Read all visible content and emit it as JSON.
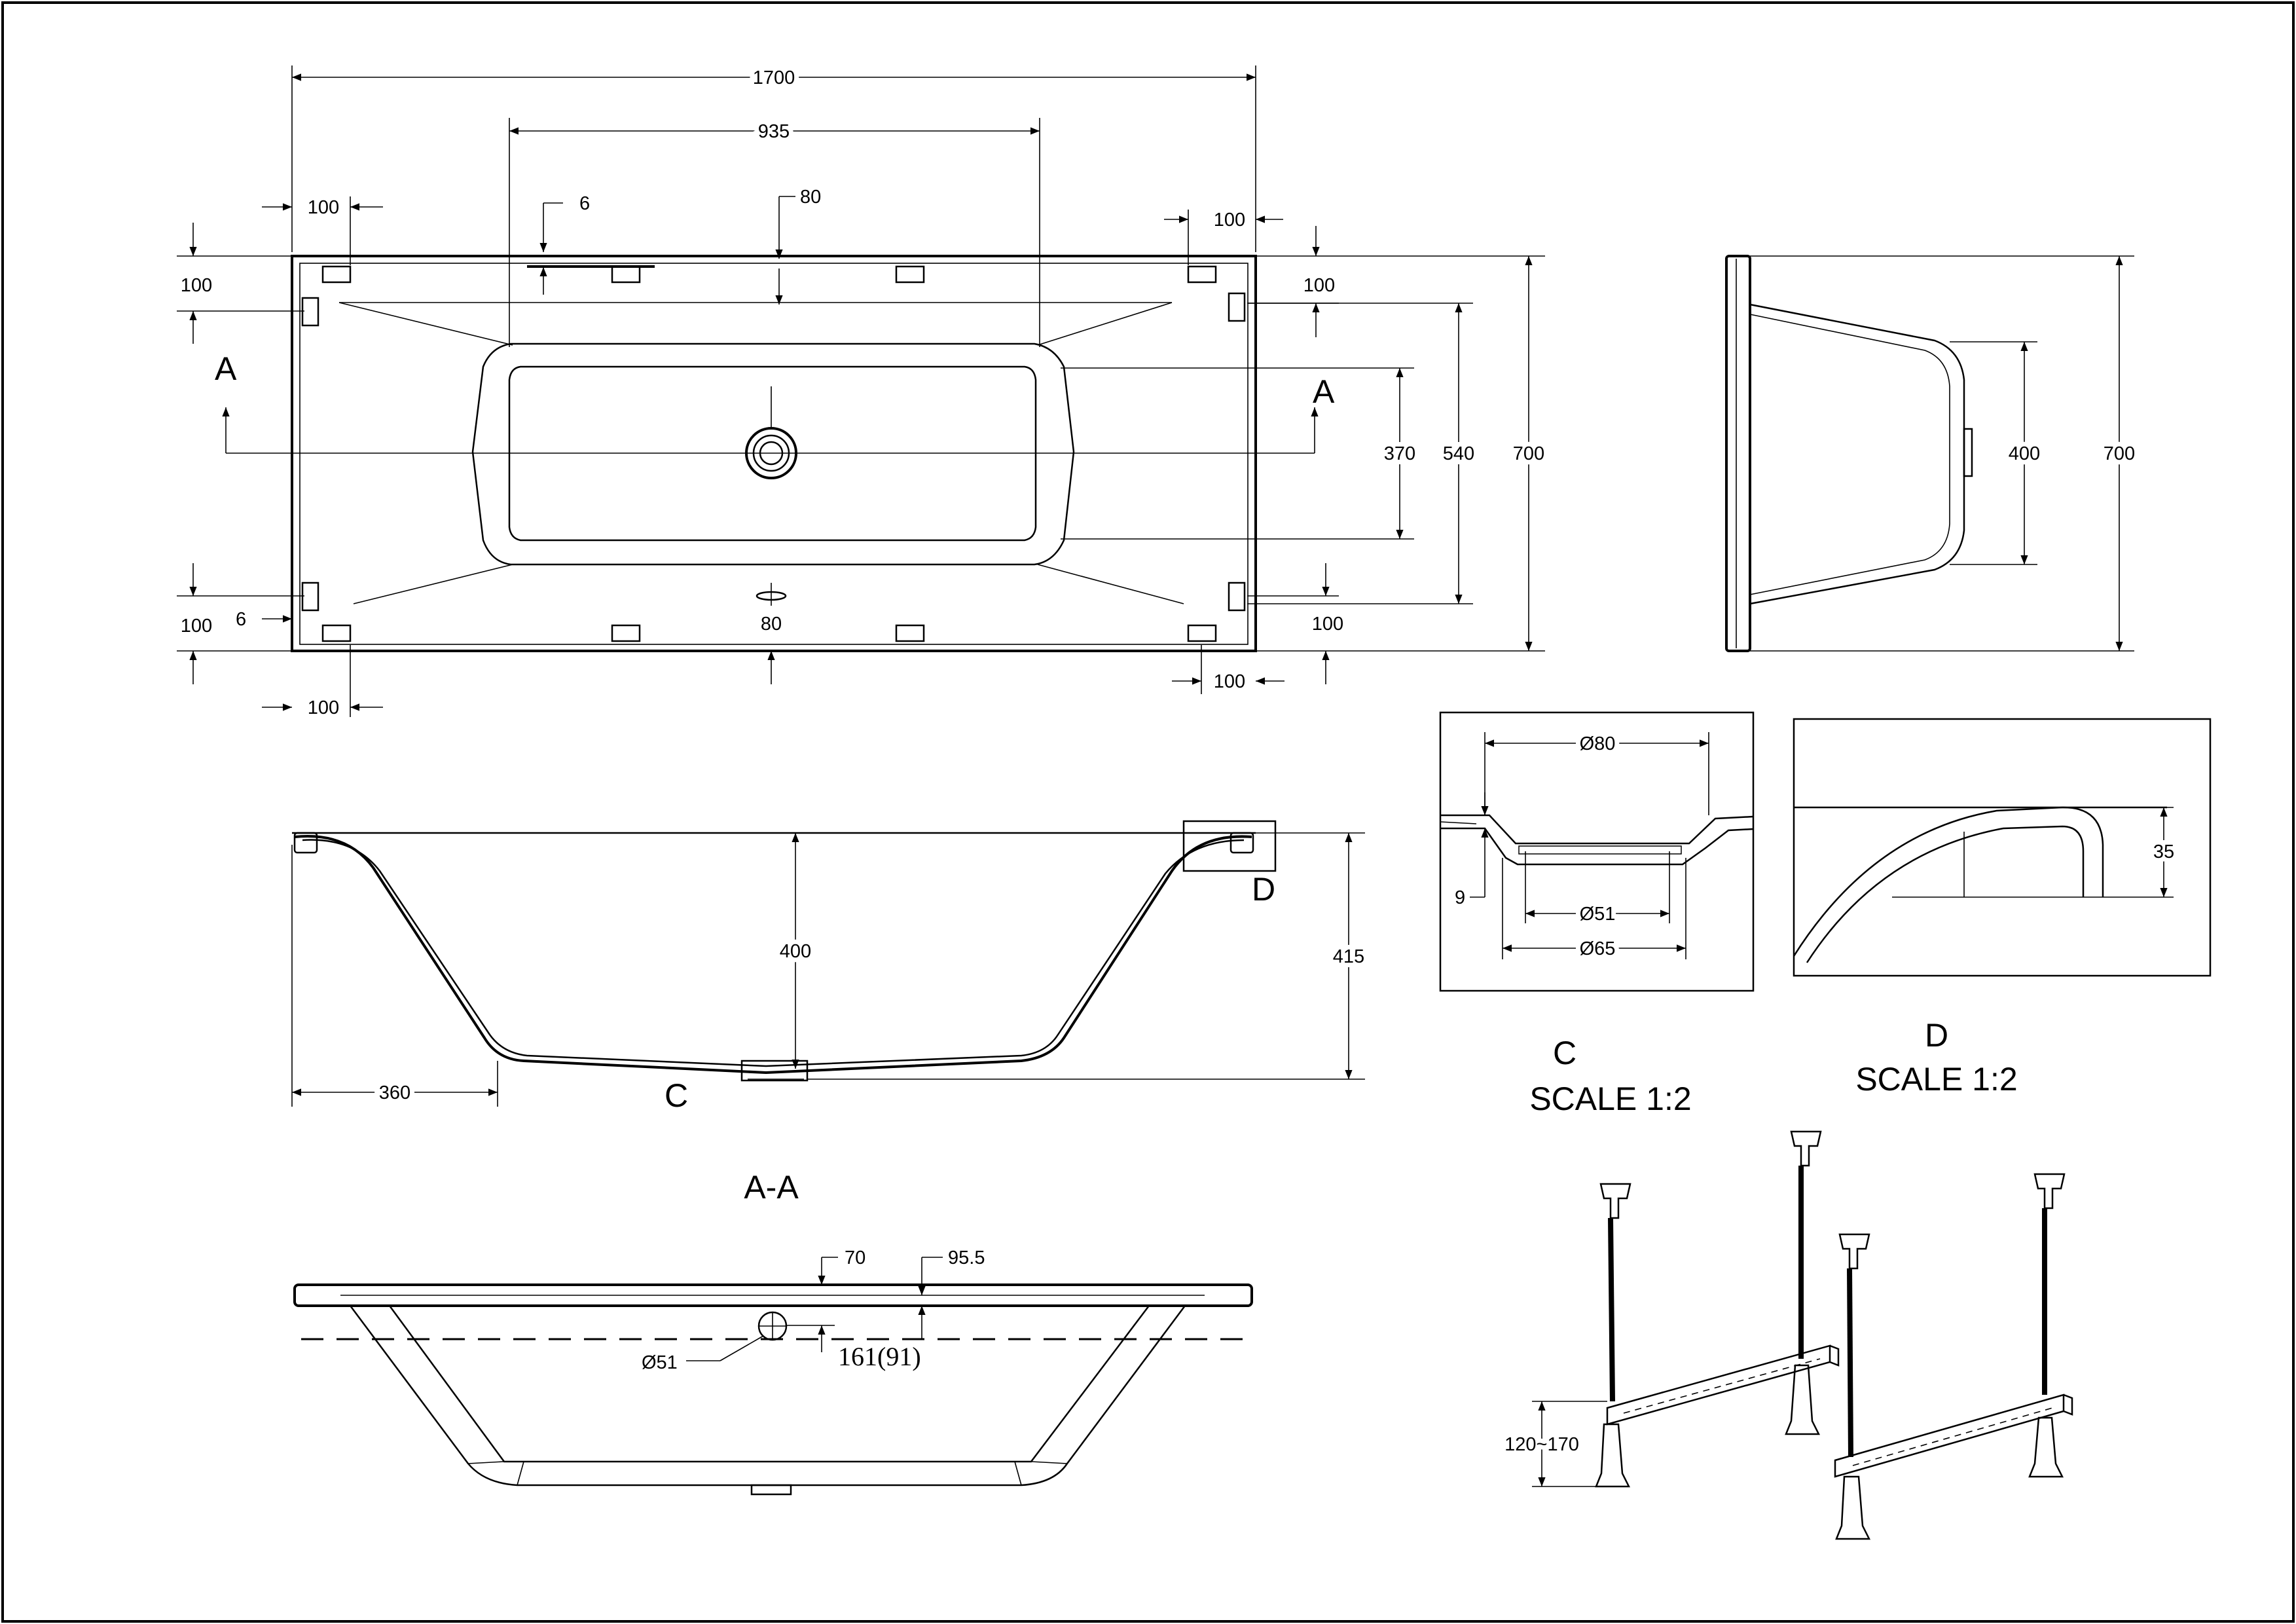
{
  "top_view": {
    "dims": {
      "overall_length": "1700",
      "inner_length": "935",
      "foot_inset_left": "100",
      "foot_inset_right": "100",
      "foot_inset_right_lower": "100",
      "foot_inset_left_lower": "100",
      "rim_small": "6",
      "rim_small_lower": "6",
      "rim_top": "80",
      "rim_bottom": "80",
      "side_top_left": "100",
      "side_top_right": "100",
      "side_bottom_left": "100",
      "side_bottom_right": "100",
      "basin_width_inner": "370",
      "basin_width_outer": "540",
      "overall_width": "700"
    },
    "section_mark_left": "A",
    "section_mark_right": "A"
  },
  "side_view": {
    "dims": {
      "inner_height": "400",
      "overall_width": "700"
    }
  },
  "section_aa": {
    "dims": {
      "depth_inner": "400",
      "depth_total": "415",
      "bottom_offset": "360"
    },
    "detail_c_marker": "C",
    "detail_d_marker": "D",
    "title": "A-A"
  },
  "detail_c": {
    "dims": {
      "d80": "Ø80",
      "d51": "Ø51",
      "d65": "Ø65",
      "t9": "9"
    },
    "title": "C",
    "scale": "SCALE 1:2"
  },
  "detail_d": {
    "dims": {
      "h35": "35"
    },
    "title": "D",
    "scale": "SCALE 1:2"
  },
  "front_view": {
    "dims": {
      "rim70": "70",
      "rim95": "95.5",
      "drain": "Ø51",
      "overflow": "161(91)"
    }
  },
  "legs": {
    "dims": {
      "height_range": "120~170"
    }
  }
}
